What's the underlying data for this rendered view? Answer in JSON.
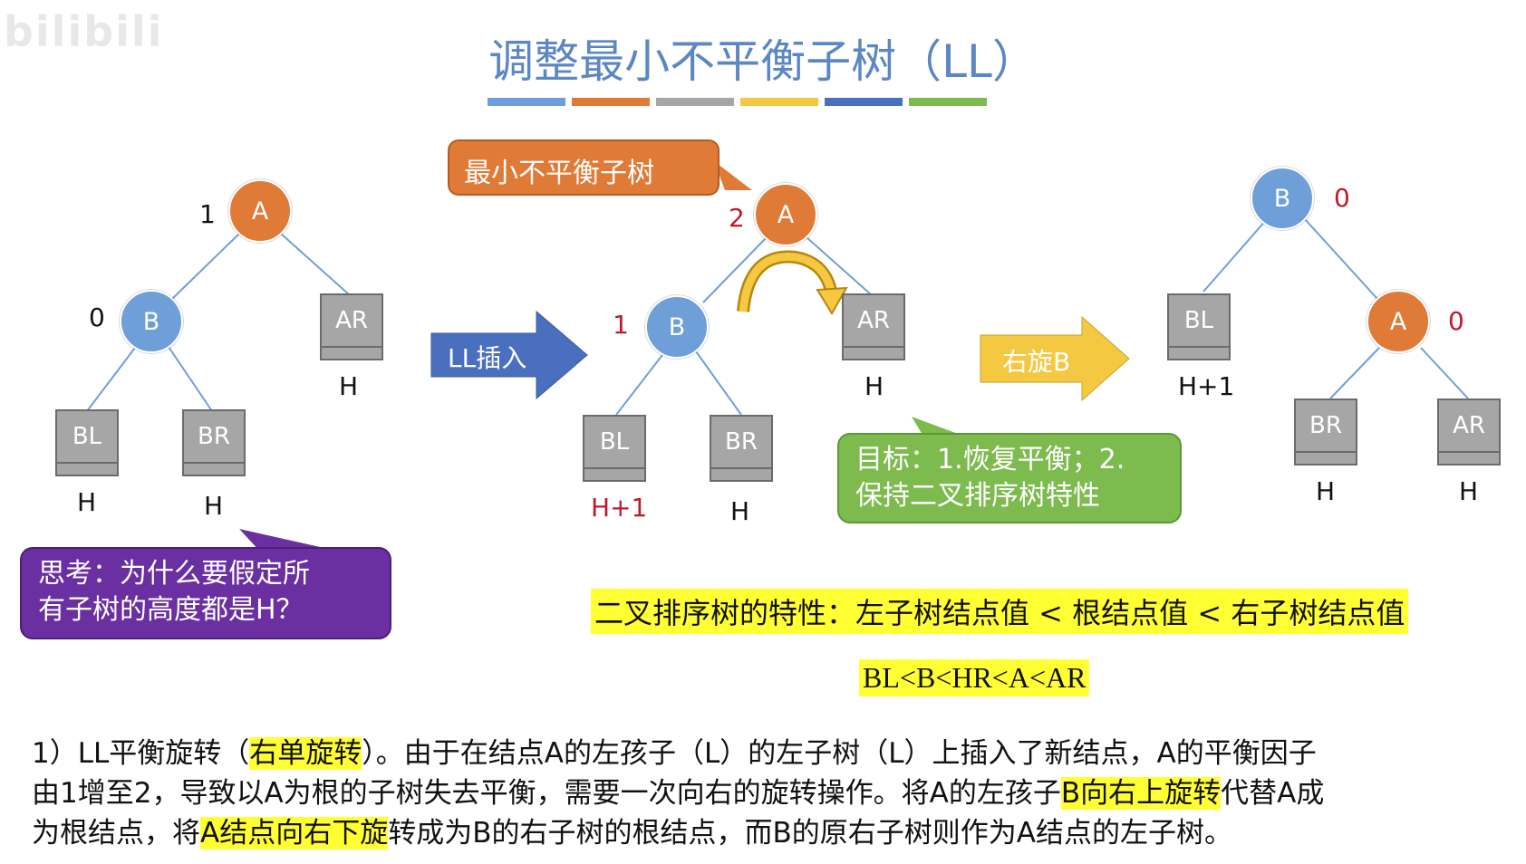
{
  "watermark": "bilibili",
  "title": "调整最小不平衡子树（LL）",
  "colors": {
    "bars": [
      "#6f9fd8",
      "#e07a37",
      "#a6a6a6",
      "#f5c842",
      "#4a6fbf",
      "#7dbb4f"
    ]
  },
  "tree1": {
    "node_a": "A",
    "bf_a": "1",
    "node_b": "B",
    "bf_b": "0",
    "ar": "AR",
    "h_ar": "H",
    "bl": "BL",
    "h_bl": "H",
    "br": "BR",
    "h_br": "H"
  },
  "callout_think": "思考：为什么要假定所有子树的高度都是H？",
  "callout_think_line1": "思考：为什么要假定所",
  "callout_think_line2": "有子树的高度都是H？",
  "arrow_insert": "LL插入",
  "callout_min": "最小不平衡子树",
  "tree2": {
    "node_a": "A",
    "bf_a": "2",
    "node_b": "B",
    "bf_b": "1",
    "ar": "AR",
    "h_ar": "H",
    "bl": "BL",
    "h_bl": "H+1",
    "br": "BR",
    "h_br": "H"
  },
  "arrow_rotate": "右旋B",
  "callout_goal_line1": "目标：1.恢复平衡；2.",
  "callout_goal_line2": "保持二叉排序树特性",
  "tree3": {
    "node_b": "B",
    "bf_b": "0",
    "node_a": "A",
    "bf_a": "0",
    "bl": "BL",
    "h_bl": "H+1",
    "br": "BR",
    "h_br": "H",
    "ar": "AR",
    "h_ar": "H"
  },
  "bst_property": "二叉排序树的特性：左子树结点值 < 根结点值 < 右子树结点值",
  "bst_formula": "BL<B<HR<A<AR",
  "paragraph": {
    "l1_a": "1）LL平衡旋转（",
    "l1_hl": "右单旋转",
    "l1_b": "）。由于在结点A的左孩子（L）的左子树（L）上插入了新结点，A的平衡因子",
    "l2_a": "由1增至2，导致以A为根的子树失去平衡，需要一次向右的旋转操作。将A的左孩子",
    "l2_hl": "B向右上旋转",
    "l2_b": "代替A成",
    "l3_a": "为根结点，将",
    "l3_hl": "A结点向右下旋",
    "l3_b": "转成为B的右子树的根结点，而B的原右子树则作为A结点的左子树。"
  }
}
